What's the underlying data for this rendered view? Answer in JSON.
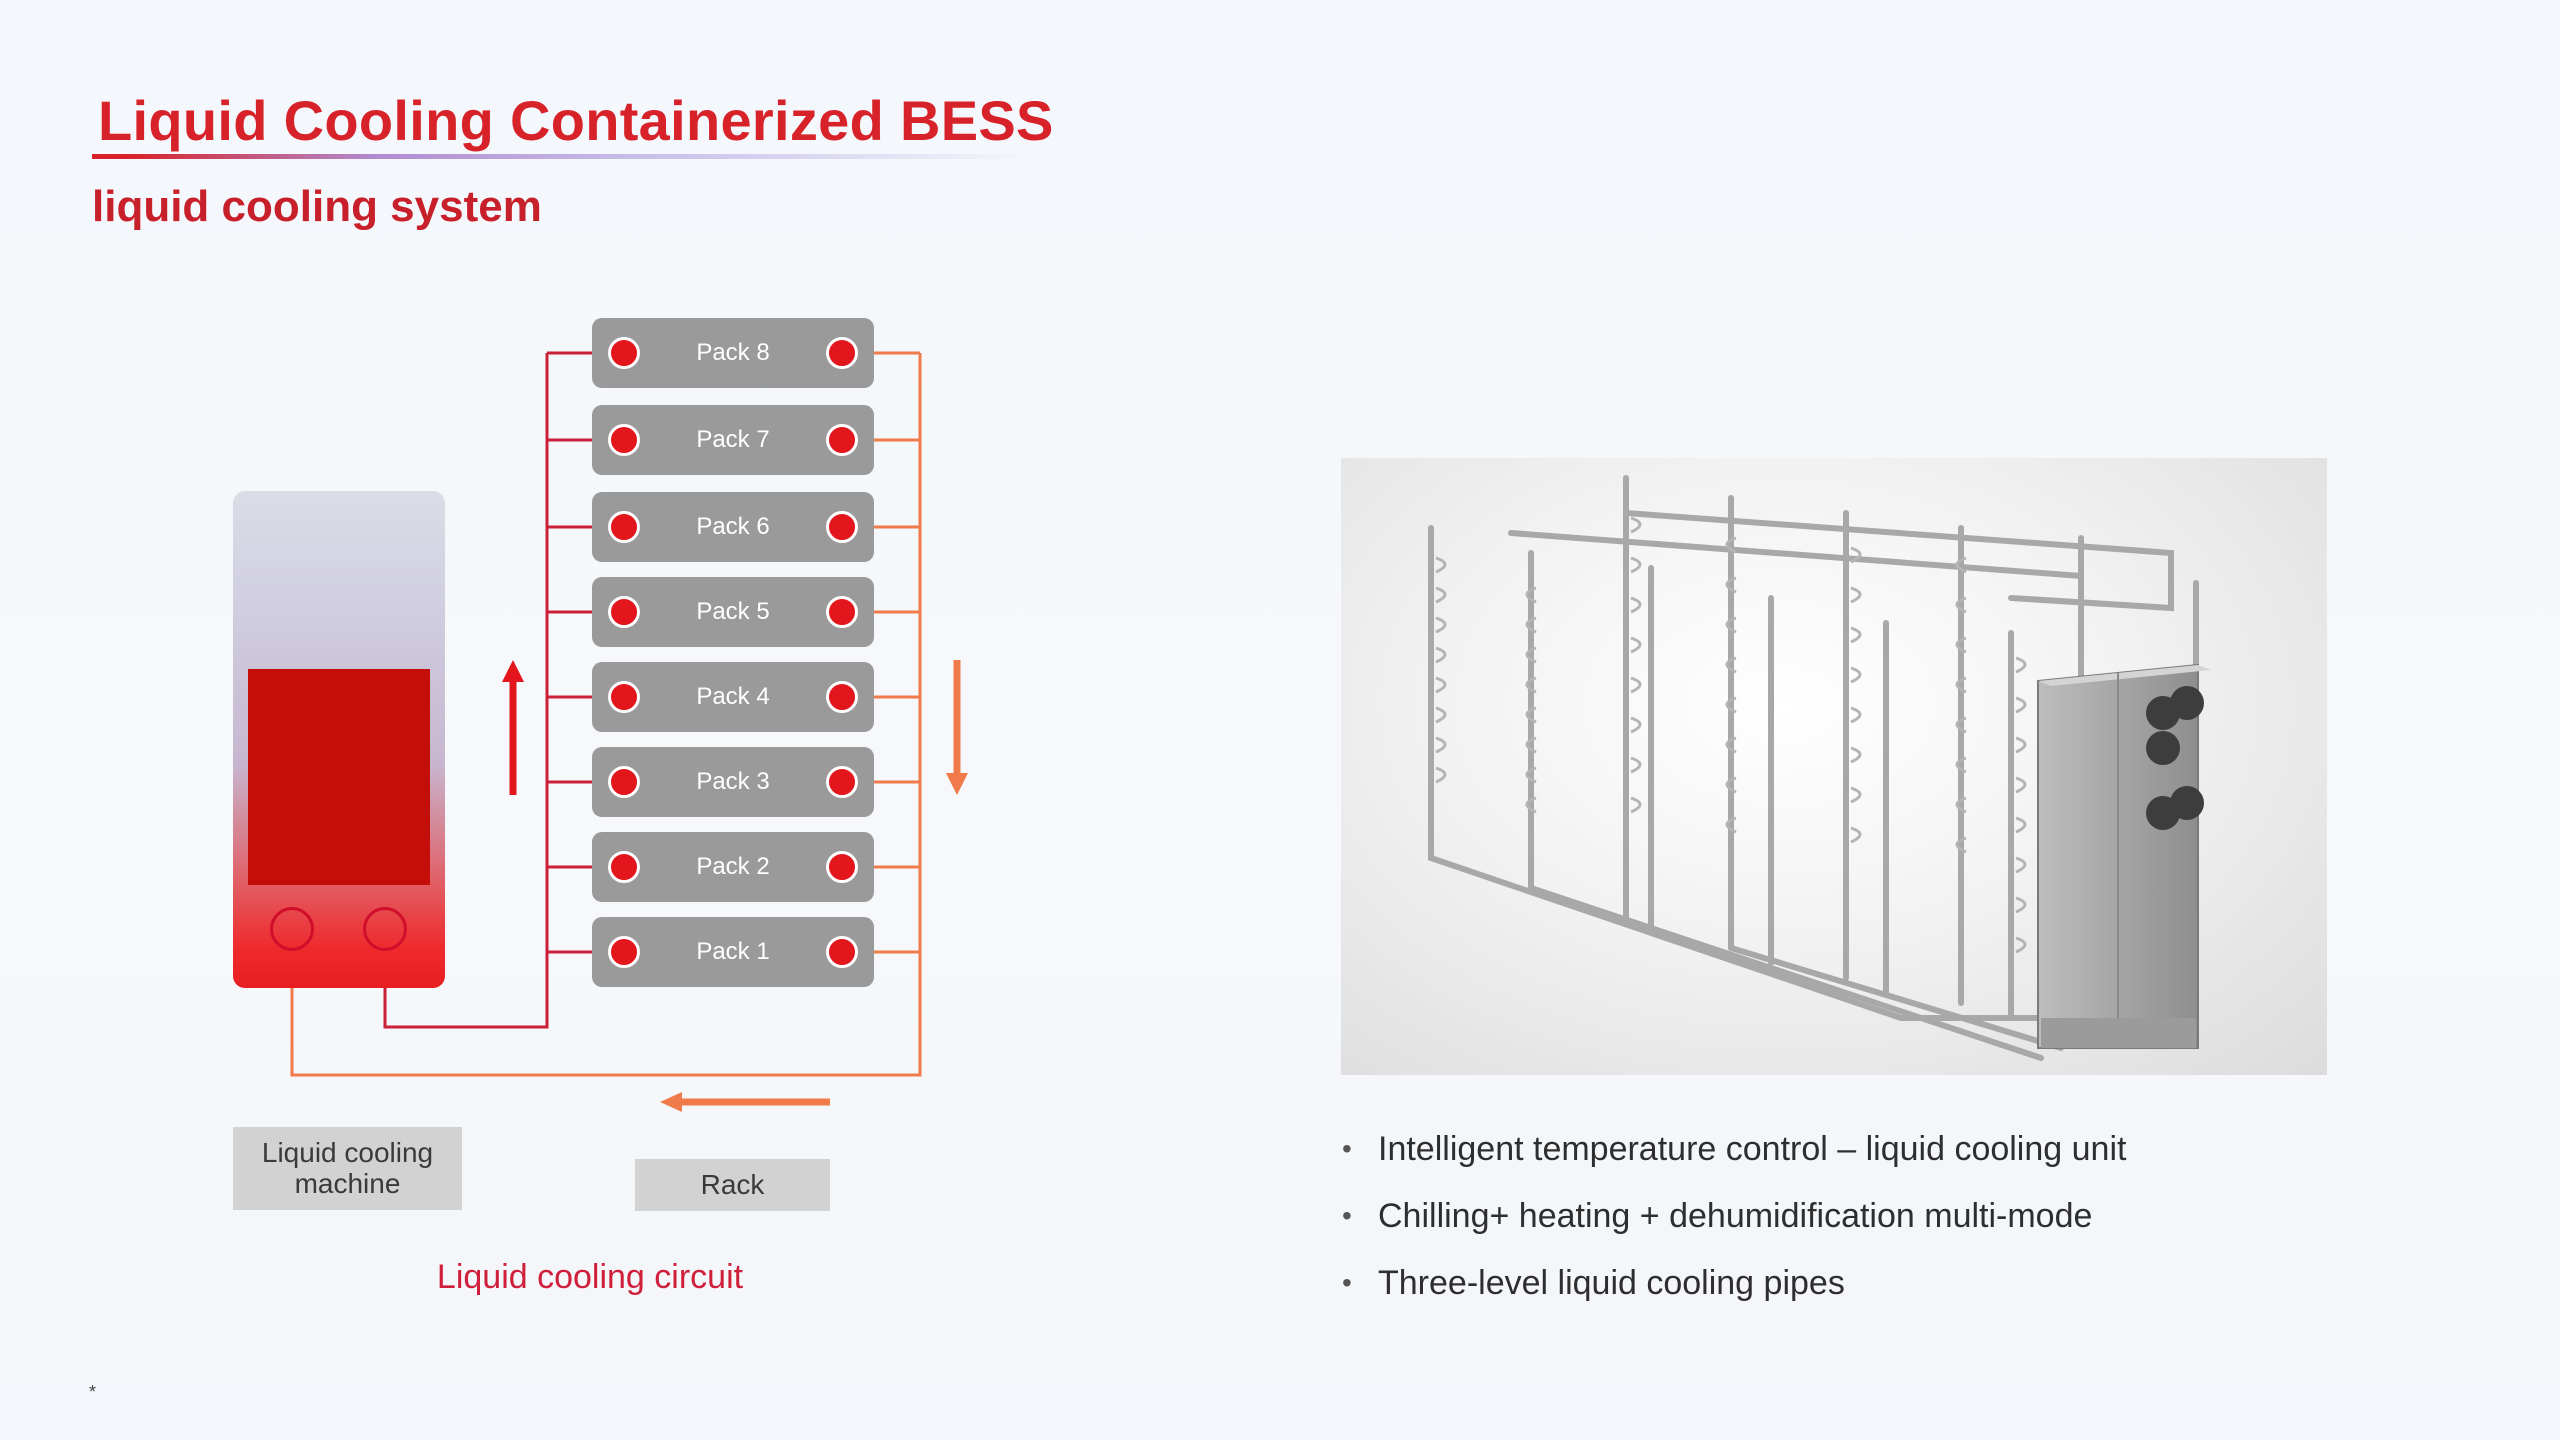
{
  "slide": {
    "title": "Liquid Cooling Containerized BESS",
    "subtitle": "liquid cooling system",
    "footnote": "*"
  },
  "diagram": {
    "packs": [
      "Pack 8",
      "Pack 7",
      "Pack 6",
      "Pack 5",
      "Pack 4",
      "Pack 3",
      "Pack 2",
      "Pack 1"
    ],
    "machine_label_line1": "Liquid cooling",
    "machine_label_line2": "machine",
    "rack_label": "Rack",
    "caption": "Liquid cooling circuit",
    "colors": {
      "supply_line": "#cc1f3a",
      "return_line": "#f07a4a",
      "port": "#e2161c",
      "pack": "#9a9a9a",
      "title": "#d8222a"
    }
  },
  "features": [
    "Intelligent temperature control – liquid cooling unit",
    "Chilling+ heating + dehumidification multi-mode",
    "Three-level liquid cooling pipes"
  ]
}
